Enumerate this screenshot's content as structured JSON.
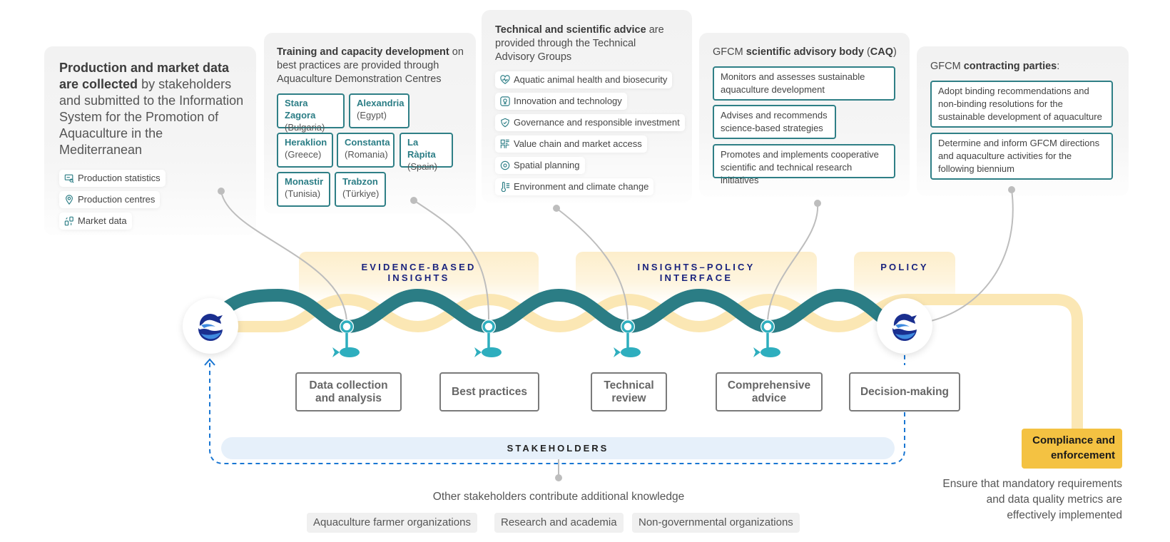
{
  "colors": {
    "teal": "#2b7d85",
    "teal_light": "#2eaebe",
    "sand": "#fbe7b4",
    "navy": "#1a237e",
    "compliance": "#f4c242",
    "stakeholder_bar": "#e6f0fa",
    "dashed_blue": "#1976d2"
  },
  "card1": {
    "title_bold": "Production and market data are collected",
    "title_rest": " by stakeholders and submitted to the Information System for the Promotion of Aquaculture in the Mediterranean",
    "items": [
      {
        "icon": "statistics-icon",
        "label": "Production statistics"
      },
      {
        "icon": "location-pin-icon",
        "label": "Production centres"
      },
      {
        "icon": "market-data-icon",
        "label": "Market data"
      }
    ]
  },
  "card2": {
    "title_bold": "Training and capacity development",
    "title_rest": " on best practices are provided through Aquaculture Demonstration Centres",
    "centres": [
      {
        "city": "Stara Zagora",
        "country": "(Bulgaria)"
      },
      {
        "city": "Alexandria",
        "country": "(Egypt)"
      },
      {
        "city": "Heraklion",
        "country": "(Greece)"
      },
      {
        "city": "Constanta",
        "country": "(Romania)"
      },
      {
        "city": "La Ràpita",
        "country": "(Spain)"
      },
      {
        "city": "Monastir",
        "country": "(Tunisia)"
      },
      {
        "city": "Trabzon",
        "country": "(Türkiye)"
      }
    ]
  },
  "card3": {
    "title_bold": "Technical and scientific advice",
    "title_rest": " are provided through the Technical Advisory Groups",
    "groups": [
      {
        "icon": "heart-pulse-icon",
        "label": "Aquatic animal health and biosecurity"
      },
      {
        "icon": "lightbulb-icon",
        "label": "Innovation and technology"
      },
      {
        "icon": "shield-check-icon",
        "label": "Governance and responsible investment"
      },
      {
        "icon": "value-chain-icon",
        "label": "Value chain and market access"
      },
      {
        "icon": "target-icon",
        "label": "Spatial planning"
      },
      {
        "icon": "thermometer-icon",
        "label": "Environment and climate change"
      }
    ]
  },
  "card4": {
    "title_pre": "GFCM ",
    "title_bold": "scientific advisory body",
    "title_mid": " (",
    "title_bold2": "CAQ",
    "title_post": ")",
    "items": [
      "Monitors and assesses sustainable aquaculture development",
      "Advises and recommends science-based strategies",
      "Promotes and implements cooperative scientific and technical research initiatives"
    ]
  },
  "card5": {
    "title_pre": "GFCM ",
    "title_bold": "contracting parties",
    "title_post": ":",
    "items": [
      "Adopt binding recommendations and non-binding resolutions for the sustainable development of aquaculture",
      "Determine and inform GFCM directions and aquaculture activities for the following biennium"
    ]
  },
  "phases": [
    {
      "line1": "EVIDENCE-BASED",
      "line2": "INSIGHTS"
    },
    {
      "line1": "INSIGHTS–POLICY",
      "line2": "INTERFACE"
    },
    {
      "line1": "POLICY",
      "line2": ""
    }
  ],
  "steps": [
    {
      "line1": "Data collection",
      "line2": "and analysis"
    },
    {
      "line1": "Best practices",
      "line2": ""
    },
    {
      "line1": "Technical",
      "line2": "review"
    },
    {
      "line1": "Comprehensive",
      "line2": "advice"
    },
    {
      "line1": "Decision-making",
      "line2": ""
    }
  ],
  "stakeholders": {
    "label": "STAKEHOLDERS",
    "note": "Other stakeholders contribute additional knowledge",
    "groups": [
      "Aquaculture farmer organizations",
      "Research and academia",
      "Non-governmental organizations"
    ]
  },
  "compliance": {
    "title_line1": "Compliance and",
    "title_line2": "enforcement",
    "desc_line1": "Ensure that mandatory requirements",
    "desc_line2": "and data quality metrics are",
    "desc_line3": "effectively implemented"
  }
}
